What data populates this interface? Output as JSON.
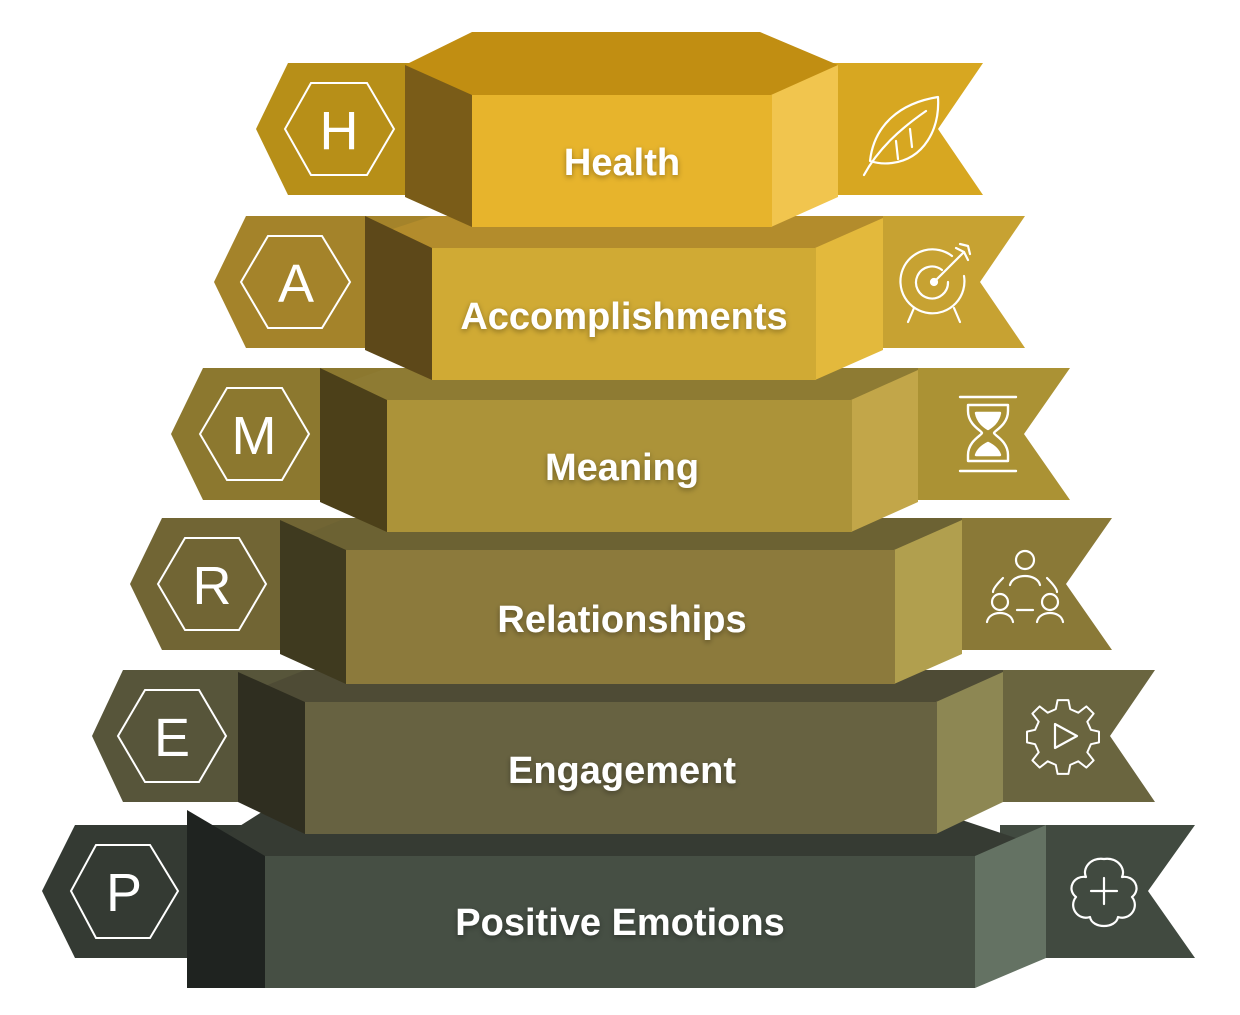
{
  "diagram": {
    "title": "",
    "tiers_top_to_bottom": [
      {
        "label": "Health",
        "letter": "H",
        "icon": "leaf-icon",
        "colors": {
          "front": "#e7b42c",
          "top": "#c18e12",
          "left": "#7a5c18",
          "right": "#f1c54e",
          "banner": "#d7a721",
          "banner_dark": "#b78f18"
        }
      },
      {
        "label": "Accomplishments",
        "letter": "A",
        "icon": "target-arrow-icon",
        "colors": {
          "front": "#d0aa34",
          "top": "#b38c2c",
          "left": "#5d4819",
          "right": "#e3b93c",
          "banner": "#c7a232",
          "banner_dark": "#a4832a"
        }
      },
      {
        "label": "Meaning",
        "letter": "M",
        "icon": "hourglass-icon",
        "colors": {
          "front": "#ac9339",
          "top": "#8e7b33",
          "left": "#4c4019",
          "right": "#c2a649",
          "banner": "#ab9234",
          "banner_dark": "#8c782f"
        }
      },
      {
        "label": "Relationships",
        "letter": "R",
        "icon": "people-network-icon",
        "colors": {
          "front": "#8c7a3c",
          "top": "#6c6233",
          "left": "#3f3a1f",
          "right": "#b19f4e",
          "banner": "#8a7937",
          "banner_dark": "#716534"
        }
      },
      {
        "label": "Engagement",
        "letter": "E",
        "icon": "gear-play-icon",
        "colors": {
          "front": "#676241",
          "top": "#4e4b35",
          "left": "#2f2e20",
          "right": "#8d8753",
          "banner": "#6a653f",
          "banner_dark": "#57553a"
        }
      },
      {
        "label": "Positive Emotions",
        "letter": "P",
        "icon": "flower-plus-icon",
        "colors": {
          "front": "#464f44",
          "top": "#363b33",
          "left": "#1f2320",
          "right": "#647263",
          "banner": "#414a40",
          "banner_dark": "#343a33"
        }
      }
    ]
  }
}
